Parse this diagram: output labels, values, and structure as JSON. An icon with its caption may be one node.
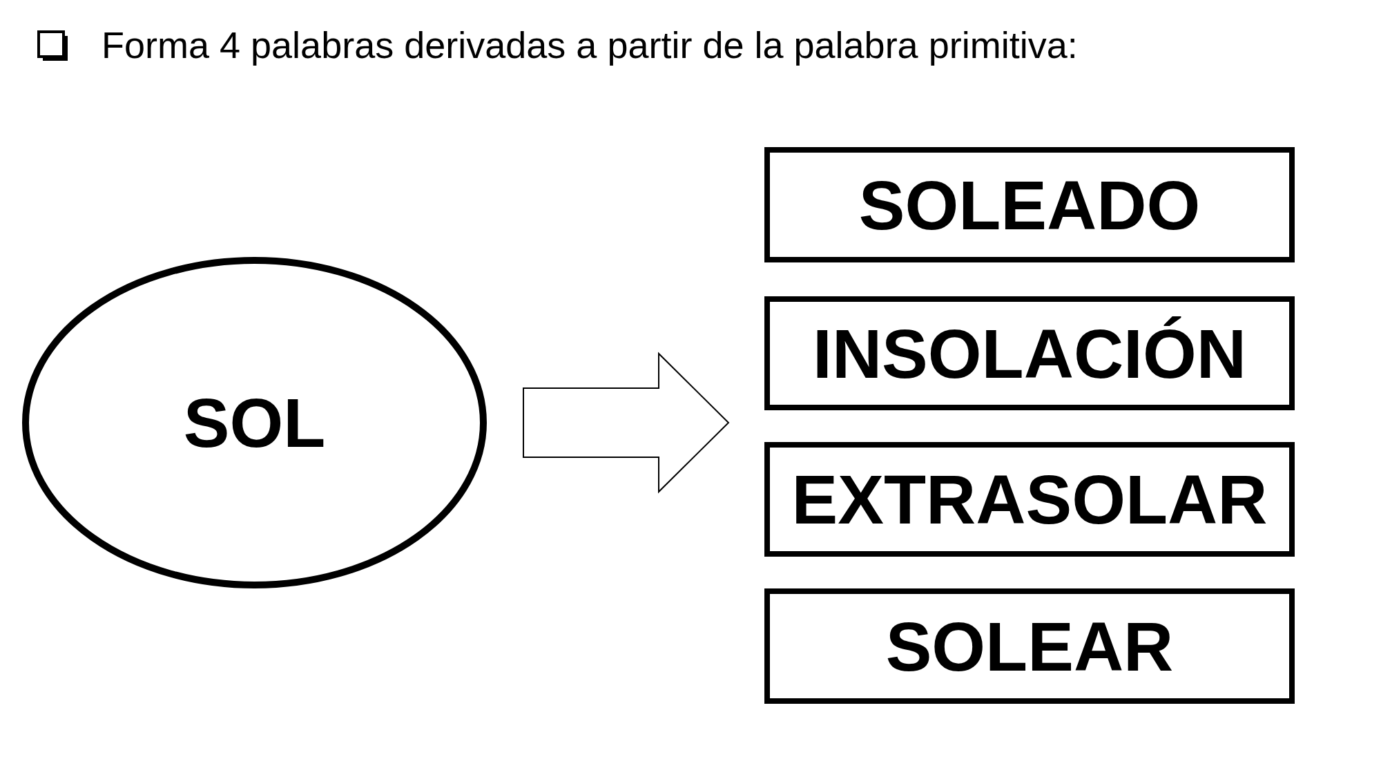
{
  "diagram": {
    "title": "Forma 4 palabras derivadas a partir de la palabra primitiva:",
    "nodes": [
      {
        "text": [
          "SOL"
        ]
      },
      {
        "text": [
          "SOLEADO"
        ]
      },
      {
        "text": [
          "INSOLACIÓN"
        ]
      },
      {
        "text": [
          "EXTRASOLAR"
        ]
      },
      {
        "text": [
          "SOLEAR"
        ]
      }
    ],
    "edges": [
      {
        "from": 0,
        "to": 1,
        "arrow": "to"
      },
      {
        "from": 0,
        "to": 2,
        "arrow": "to"
      },
      {
        "from": 0,
        "to": 3,
        "arrow": "to"
      },
      {
        "from": 0,
        "to": 4,
        "arrow": "to"
      }
    ]
  }
}
